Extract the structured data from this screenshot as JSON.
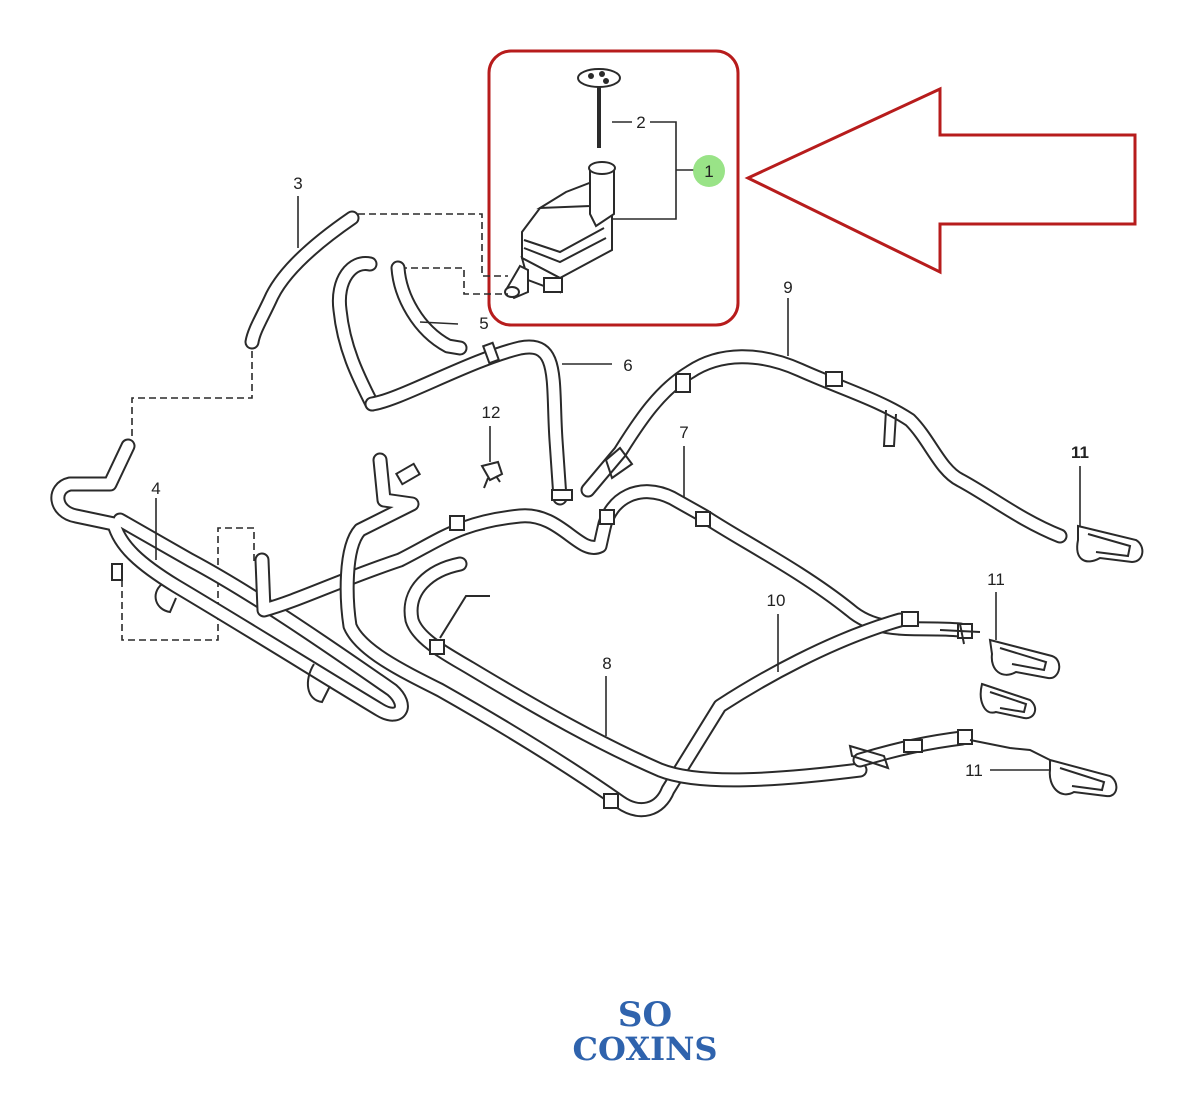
{
  "callouts": {
    "c1": "1",
    "c2": "2",
    "c3": "3",
    "c4": "4",
    "c5": "5",
    "c6": "6",
    "c7": "7",
    "c8": "8",
    "c9": "9",
    "c10": "10",
    "c11a": "11",
    "c11b": "11",
    "c11c": "11",
    "c12": "12"
  },
  "logo": {
    "line1": "SO",
    "line2": "COXINS"
  },
  "colors": {
    "highlight_box": "#b71c1c",
    "arrow": "#b71c1c",
    "callout_highlight": "#8ee07a",
    "logo": "#2f63ad",
    "line_art": "#2a2a2a"
  }
}
